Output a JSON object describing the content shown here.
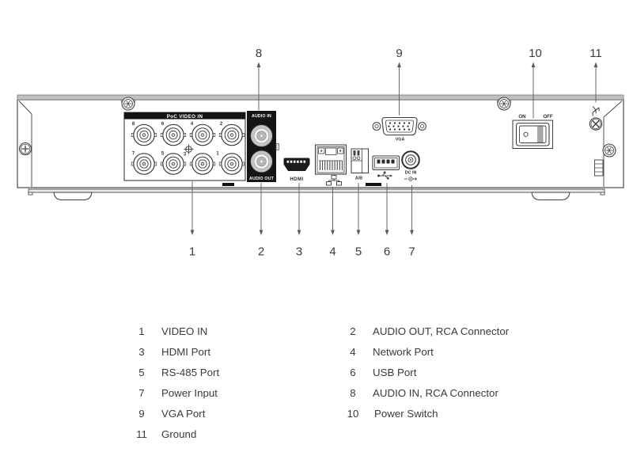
{
  "callouts": {
    "top": [
      "8",
      "9",
      "10",
      "11"
    ],
    "bottom": [
      "1",
      "2",
      "3",
      "4",
      "5",
      "6",
      "7"
    ]
  },
  "rear_panel": {
    "video_in": {
      "header": "PoC VIDEO IN",
      "bnc_labels_top": [
        "8",
        "6",
        "4",
        "2"
      ],
      "bnc_labels_bottom": [
        "7",
        "5",
        "3",
        "1"
      ]
    },
    "audio": {
      "in": "AUDIO IN",
      "out": "AUDIO OUT"
    },
    "hdmi": "HDMI",
    "rs485": "A/B",
    "vga": "VGA",
    "dc_in": "DC IN",
    "power_switch": {
      "on": "ON",
      "off": "OFF"
    }
  },
  "legend": {
    "left": [
      {
        "num": "1",
        "label": "VIDEO IN"
      },
      {
        "num": "3",
        "label": "HDMI Port"
      },
      {
        "num": "5",
        "label": "RS-485 Port"
      },
      {
        "num": "7",
        "label": "Power Input"
      },
      {
        "num": "9",
        "label": "VGA Port"
      },
      {
        "num": "11",
        "label": "Ground"
      }
    ],
    "right": [
      {
        "num": "2",
        "label": "AUDIO OUT, RCA Connector"
      },
      {
        "num": "4",
        "label": "Network Port"
      },
      {
        "num": "6",
        "label": "USB Port"
      },
      {
        "num": "8",
        "label": "AUDIO IN, RCA Connector"
      },
      {
        "num": "10",
        "label": "Power Switch"
      }
    ]
  },
  "colors": {
    "line": "#3d3d3d",
    "text": "#3a3a3a",
    "panel_black": "#141414",
    "chassis_gray": "#c0c0c0",
    "background": "#ffffff"
  }
}
